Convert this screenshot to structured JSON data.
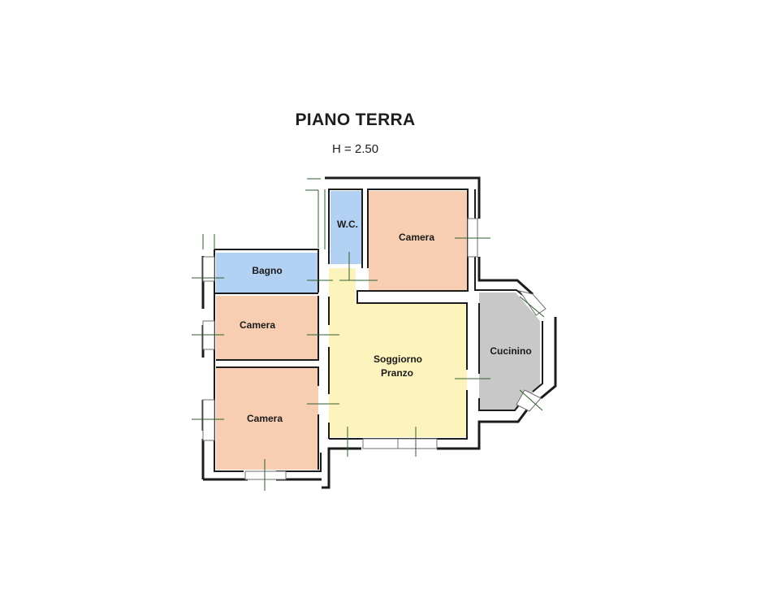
{
  "header": {
    "title": "PIANO TERRA",
    "height_label": "H = 2.50"
  },
  "rooms": {
    "wc": {
      "label": "W.C.",
      "color": "#b3d1f2"
    },
    "camera_top": {
      "label": "Camera",
      "color": "#f8ceb2"
    },
    "bagno": {
      "label": "Bagno",
      "color": "#b3d1f2"
    },
    "camera_mid": {
      "label": "Camera",
      "color": "#f8ceb2"
    },
    "camera_bottom": {
      "label": "Camera",
      "color": "#f8ceb2"
    },
    "soggiorno": {
      "label_line1": "Soggiorno",
      "label_line2": "Pranzo",
      "color": "#fdf3bd"
    },
    "cucinino": {
      "label": "Cucinino",
      "color": "#c8c8c8"
    }
  },
  "colors": {
    "wall": "#1c1c1c",
    "window": "#6f6f6f",
    "door_marker": "#2f5f2f"
  }
}
